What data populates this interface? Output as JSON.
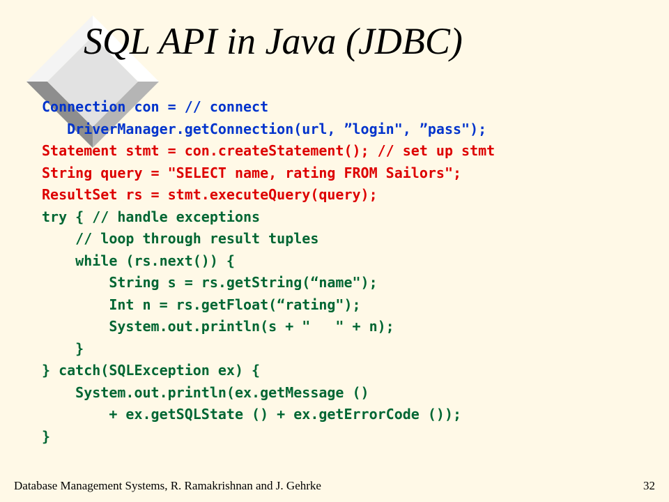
{
  "slide": {
    "title": "SQL API in Java (JDBC)",
    "code_lines": [
      {
        "text": "Connection con = // connect",
        "color": "#0033CC"
      },
      {
        "text": "   DriverManager.getConnection(url, ”login\", ”pass\");",
        "color": "#0033CC"
      },
      {
        "text": "Statement stmt = con.createStatement(); // set up stmt",
        "color": "#DD0000"
      },
      {
        "text": "String query = \"SELECT name, rating FROM Sailors\";",
        "color": "#DD0000"
      },
      {
        "text": "ResultSet rs = stmt.executeQuery(query);",
        "color": "#DD0000"
      },
      {
        "text": "try { // handle exceptions",
        "color": "#006633"
      },
      {
        "text": "    // loop through result tuples",
        "color": "#006633"
      },
      {
        "text": "    while (rs.next()) {",
        "color": "#006633"
      },
      {
        "text": "        String s = rs.getString(“name\");",
        "color": "#006633"
      },
      {
        "text": "        Int n = rs.getFloat(“rating\");",
        "color": "#006633"
      },
      {
        "text": "        System.out.println(s + \"   \" + n);",
        "color": "#006633"
      },
      {
        "text": "    }",
        "color": "#006633"
      },
      {
        "text": "} catch(SQLException ex) {",
        "color": "#006633"
      },
      {
        "text": "    System.out.println(ex.getMessage ()",
        "color": "#006633"
      },
      {
        "text": "        + ex.getSQLState () + ex.getErrorCode ());",
        "color": "#006633"
      },
      {
        "text": "}",
        "color": "#006633"
      }
    ],
    "footer": {
      "left": "Database Management Systems, R. Ramakrishnan and J. Gehrke",
      "page_number": "32"
    },
    "colors": {
      "background": "#FFF9E7",
      "diamond_face": "#E4E4E4",
      "diamond_bevel_light": "#FFFFFF",
      "diamond_bevel_dark": "#9A9A9A"
    },
    "decoration_icon": "diamond-bullet-icon"
  }
}
